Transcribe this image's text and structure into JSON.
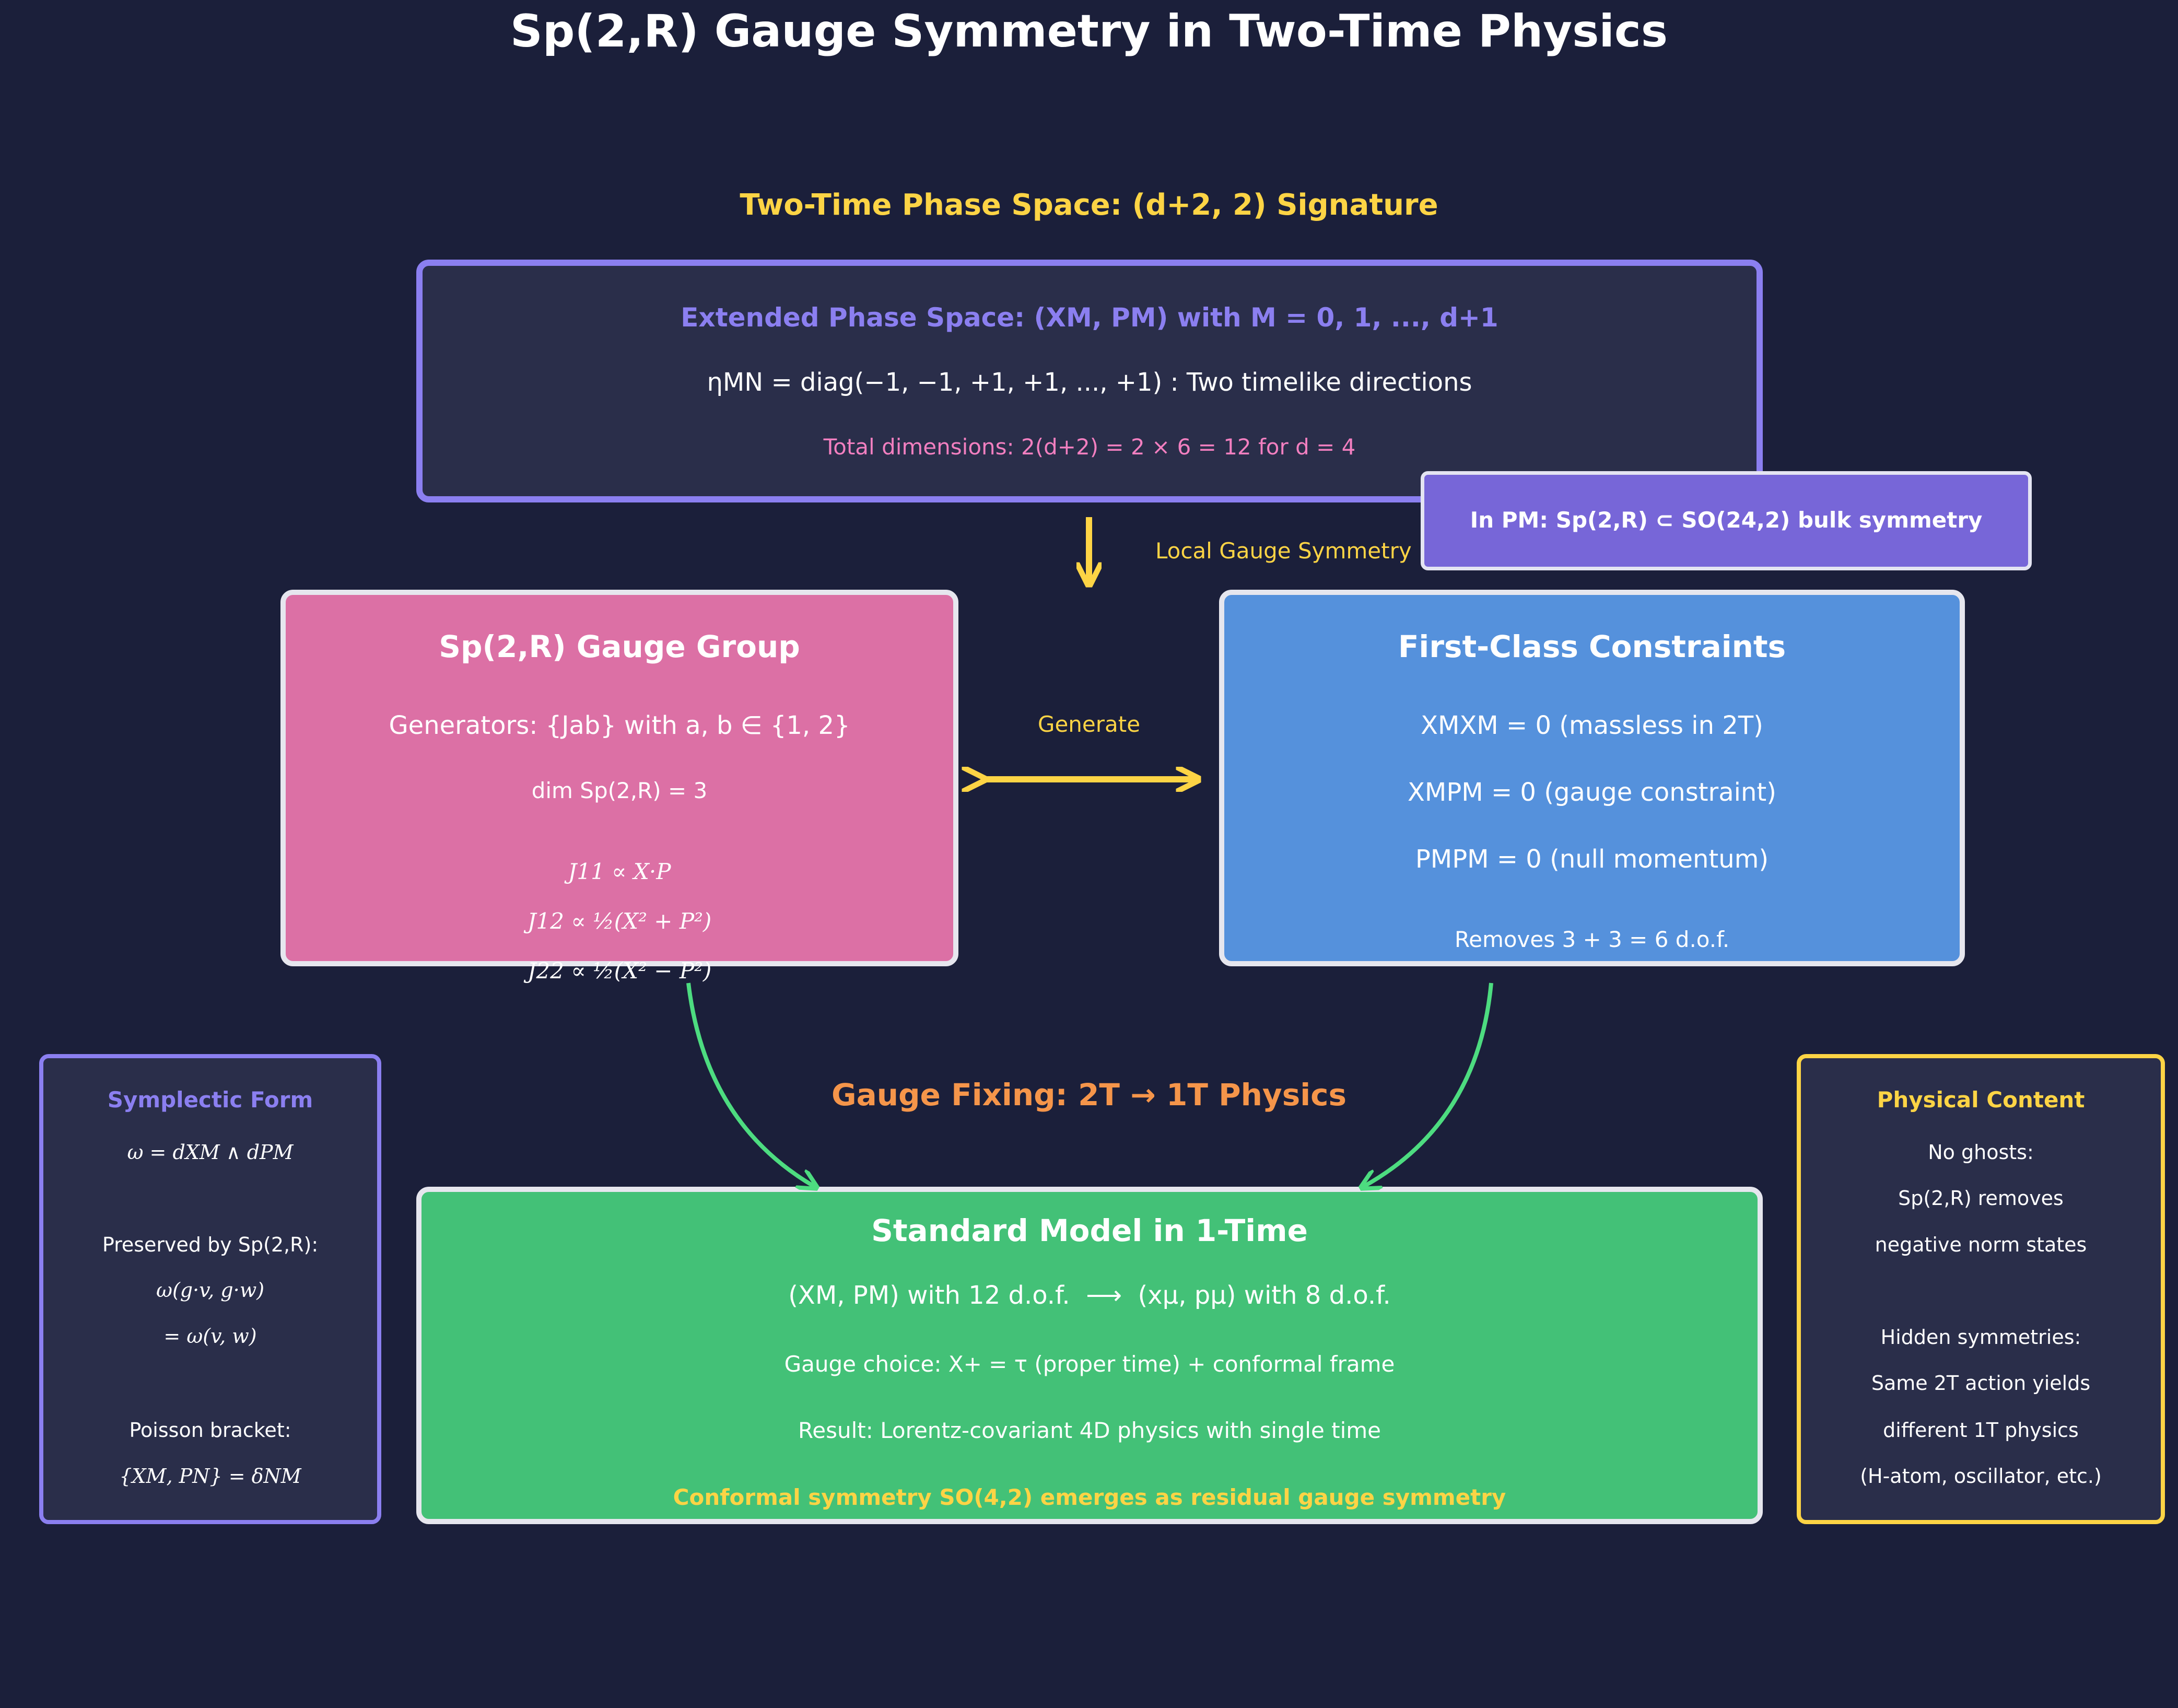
{
  "title": "Sp(2,R) Gauge Symmetry in Two-Time Physics",
  "colors": {
    "background": "#1b1f3a",
    "panel": "#2a2e4a",
    "purple": "#8b7ff0",
    "pink": "#dc70a5",
    "blue": "#5591dc",
    "green": "#43c177",
    "yellow": "#fdd445",
    "orange": "#f5954a",
    "arrow_green": "#4ddc80",
    "accent_pink": "#f27fc0"
  },
  "phase_space": {
    "heading": "Two-Time Phase Space: (d+2, 2) Signature",
    "line1": "Extended Phase Space: (XM, PM) with M = 0, 1, ..., d+1",
    "line2": "ηMN = diag(−1, −1, +1, +1, ..., +1) : Two timelike directions",
    "line3": "Total dimensions: 2(d+2) = 2 × 6 = 12 for d = 4"
  },
  "pm_note": "In PM: Sp(2,R) ⊂ SO(24,2) bulk symmetry",
  "local_gauge_label": "Local Gauge Symmetry",
  "generate_label": "Generate",
  "gauge_group": {
    "title": "Sp(2,R) Gauge Group",
    "generators": "Generators: {Jab} with a, b ∈ {1, 2}",
    "dim": "dim Sp(2,R) = 3",
    "j11": "J11 ∝ X·P",
    "j12": "J12 ∝ ½(X² + P²)",
    "j22": "J22 ∝ ½(X² − P²)"
  },
  "constraints": {
    "title": "First-Class Constraints",
    "c1": "XMXM = 0 (massless in 2T)",
    "c2": "XMPM = 0 (gauge constraint)",
    "c3": "PMPM = 0 (null momentum)",
    "removes": "Removes 3 + 3 = 6 d.o.f."
  },
  "gauge_fixing_heading": "Gauge Fixing: 2T → 1T Physics",
  "symplectic": {
    "title": "Symplectic Form",
    "l1": "ω = dXM ∧ dPM",
    "l2": "Preserved by Sp(2,R):",
    "l3": "ω(g·v, g·w)",
    "l4": "= ω(v, w)",
    "l5": "Poisson bracket:",
    "l6": "{XM, PN} = δNM"
  },
  "standard_model": {
    "title": "Standard Model in 1-Time",
    "l1": "(XM, PM) with 12 d.o.f.  ⟶  (xμ, pμ) with 8 d.o.f.",
    "l2": "Gauge choice: X+ = τ (proper time) + conformal frame",
    "l3": "Result: Lorentz-covariant 4D physics with single time",
    "l4": "Conformal symmetry SO(4,2) emerges as residual gauge symmetry"
  },
  "physical": {
    "title": "Physical Content",
    "l1": "No ghosts:",
    "l2": "Sp(2,R) removes",
    "l3": "negative norm states",
    "l4": "Hidden symmetries:",
    "l5": "Same 2T action yields",
    "l6": "different 1T physics",
    "l7": "(H-atom, oscillator, etc.)"
  }
}
